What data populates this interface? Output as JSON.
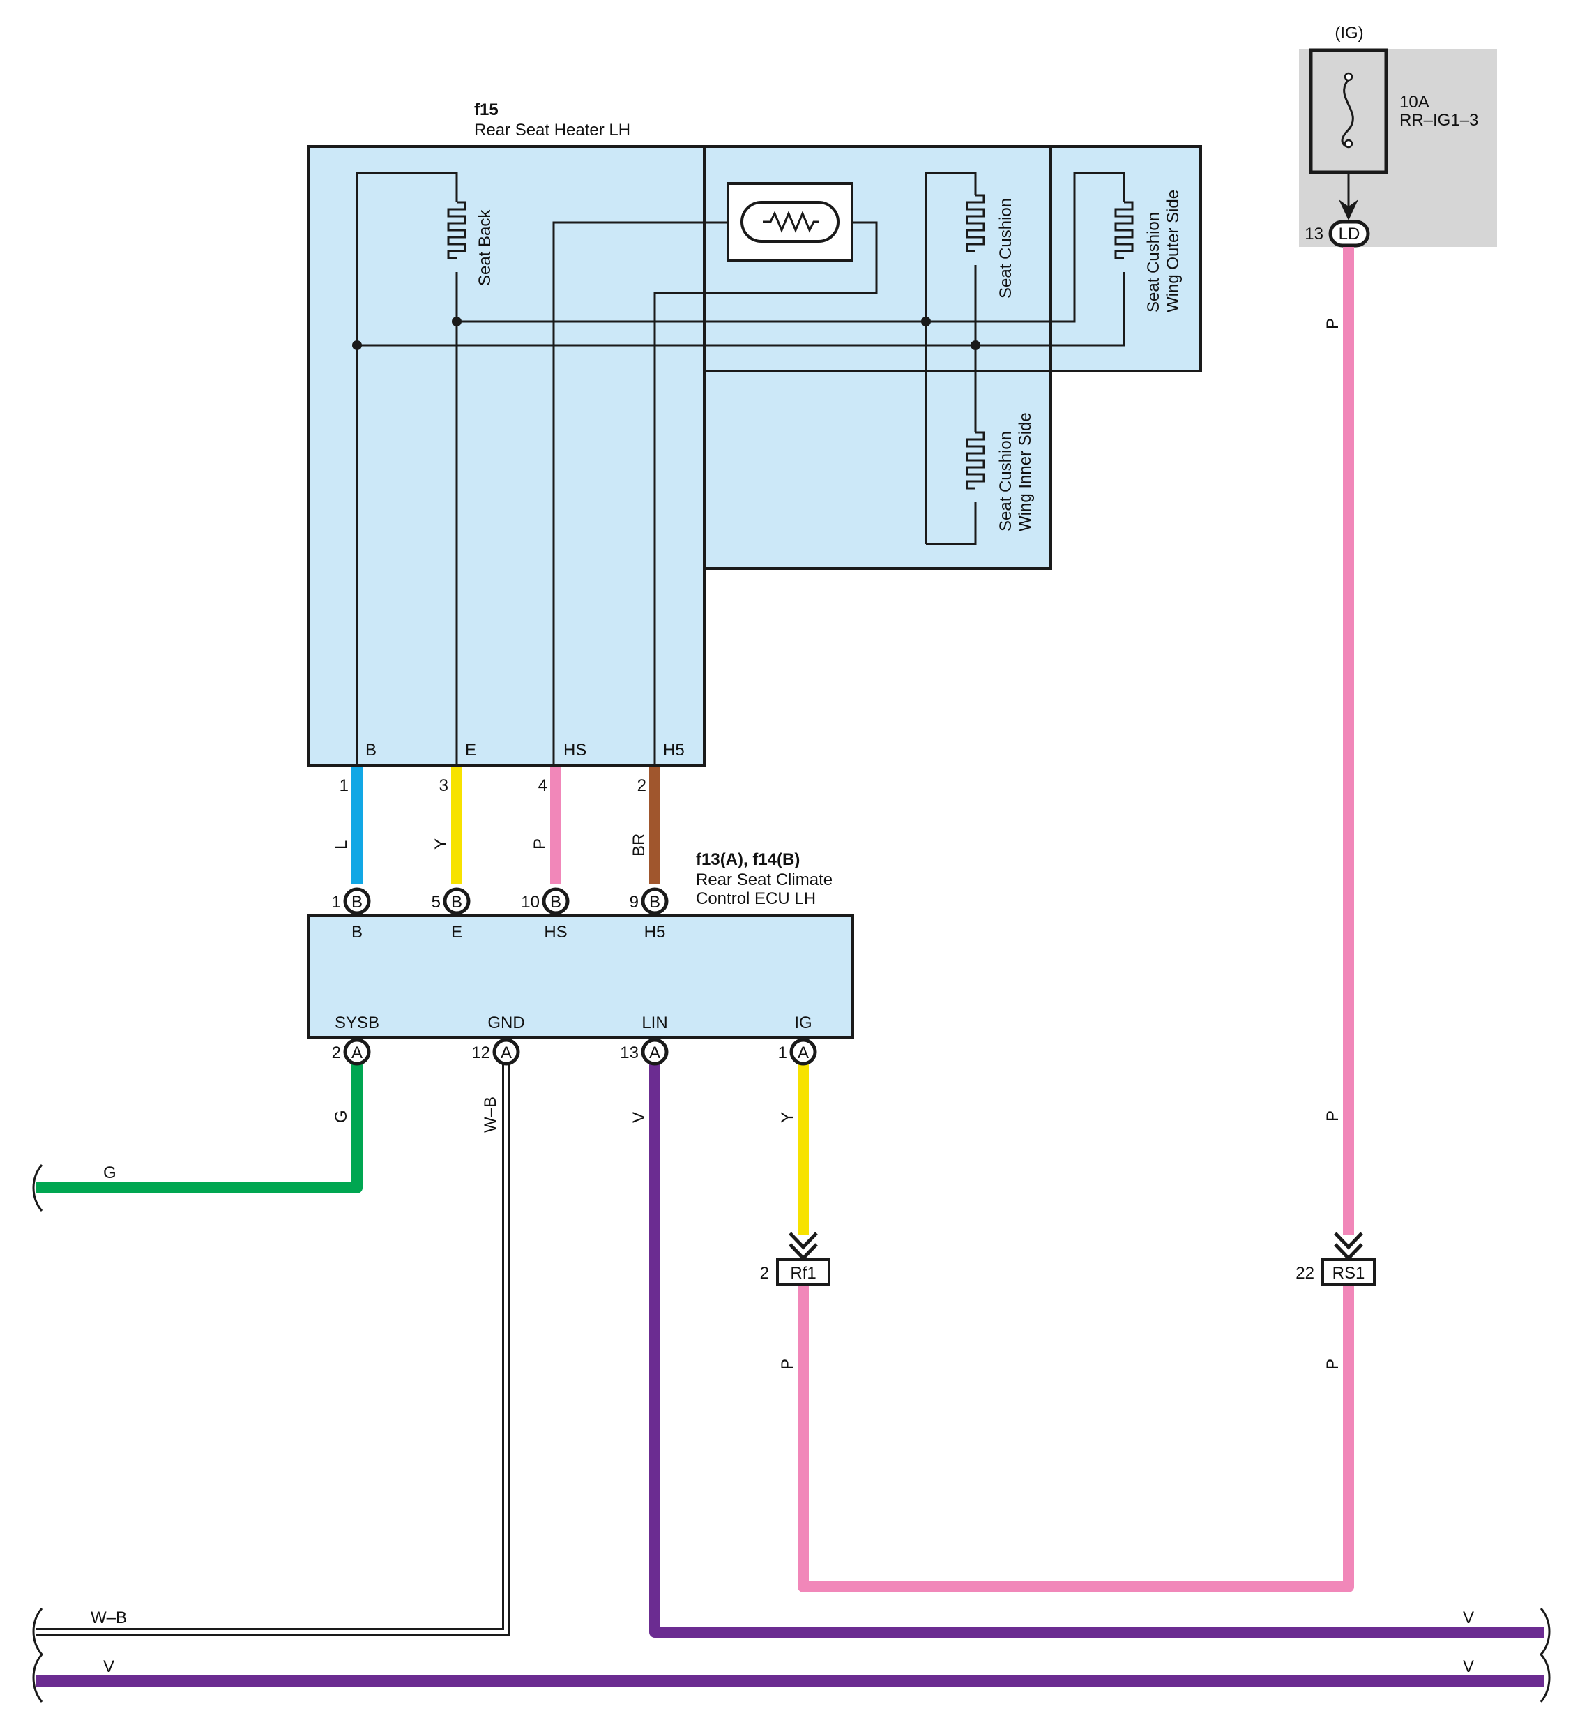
{
  "colors": {
    "box_fill": "#cce8f8",
    "fuse_fill": "#d6d6d6",
    "wire_L": "#11a7e5",
    "wire_Y": "#f7e200",
    "wire_P": "#f187b9",
    "wire_BR": "#a0562d",
    "wire_G": "#00a651",
    "wire_V": "#6b2c91",
    "wire_WB": "#ffffff"
  },
  "fuse": {
    "group": "(IG)",
    "rating": "10A",
    "name": "RR–IG1–3",
    "conn_pin": "13",
    "conn_id": "LD"
  },
  "heater": {
    "id": "f15",
    "name": "Rear Seat Heater LH",
    "elements": {
      "seat_back": "Seat Back",
      "seat_cushion": "Seat Cushion",
      "wing_outer_1": "Seat Cushion",
      "wing_outer_2": "Wing Outer Side",
      "wing_inner_1": "Seat Cushion",
      "wing_inner_2": "Wing Inner Side"
    },
    "terminals": [
      "B",
      "E",
      "HS",
      "H5"
    ],
    "pins": [
      "1",
      "3",
      "4",
      "2"
    ]
  },
  "wire_colors_upper": [
    "L",
    "Y",
    "P",
    "BR"
  ],
  "ecu": {
    "id": "f13(A), f14(B)",
    "name_1": "Rear Seat Climate",
    "name_2": "Control ECU LH",
    "top_pins": [
      "1",
      "5",
      "10",
      "9"
    ],
    "top_conn": "B",
    "top_terms": [
      "B",
      "E",
      "HS",
      "H5"
    ],
    "bottom_terms": [
      "SYSB",
      "GND",
      "LIN",
      "IG"
    ],
    "bottom_pins": [
      "2",
      "12",
      "13",
      "1"
    ],
    "bottom_conn": "A"
  },
  "wire_colors_lower": [
    "G",
    "W–B",
    "V",
    "Y"
  ],
  "right_wire": {
    "p1": "P",
    "p2": "P",
    "p3": "P"
  },
  "connectors": {
    "rf1_pin": "2",
    "rf1_id": "Rf1",
    "rf1_wire": "P",
    "rs1_pin": "22",
    "rs1_id": "RS1"
  },
  "bus": {
    "g_left": "G",
    "wb_left": "W–B",
    "v_left": "V",
    "v_right_1": "V",
    "v_right_2": "V"
  }
}
